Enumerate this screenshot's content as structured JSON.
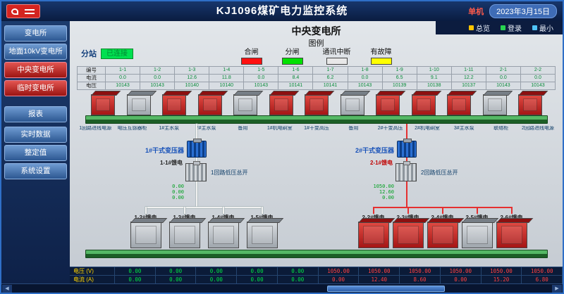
{
  "header": {
    "title": "KJ1096煤矿电力监控系统",
    "mode": "单机",
    "date": "2023年3月15日",
    "nav_buttons": [
      {
        "label": "总览",
        "icon_color": "#ffc400"
      },
      {
        "label": "登录",
        "icon_color": "#27d34f"
      },
      {
        "label": "最小",
        "icon_color": "#4fc3f7"
      }
    ]
  },
  "sidebar": {
    "group1": [
      {
        "label": "变电所",
        "cls": ""
      },
      {
        "label": "地面10kV变电所",
        "cls": ""
      },
      {
        "label": "中央变电所",
        "cls": "red"
      },
      {
        "label": "临时变电所",
        "cls": "red"
      }
    ],
    "group2": [
      {
        "label": "报表",
        "cls": ""
      }
    ],
    "group3": [
      {
        "label": "实时数据",
        "cls": ""
      },
      {
        "label": "整定值",
        "cls": ""
      },
      {
        "label": "系统设置",
        "cls": ""
      }
    ]
  },
  "main": {
    "title": "中央变电所",
    "station": {
      "label": "分站",
      "status": "已连接"
    },
    "legend": {
      "title": "图例",
      "items": [
        {
          "label": "合闸",
          "color": "#ff1010"
        },
        {
          "label": "分闸",
          "color": "#00e000"
        },
        {
          "label": "通讯中断",
          "color": "#e8e8e8"
        },
        {
          "label": "有故障",
          "color": "#ffff00"
        }
      ]
    },
    "hv_table": {
      "row_labels": [
        "编号",
        "电流",
        "电压"
      ],
      "columns": [
        {
          "id": "1-1",
          "current": "0.0",
          "voltage": "10143"
        },
        {
          "id": "1-2",
          "current": "0.0",
          "voltage": "10143"
        },
        {
          "id": "1-3",
          "current": "12.6",
          "voltage": "10140"
        },
        {
          "id": "1-4",
          "current": "11.8",
          "voltage": "10140"
        },
        {
          "id": "1-5",
          "current": "0.0",
          "voltage": "10143"
        },
        {
          "id": "1-6",
          "current": "8.4",
          "voltage": "10141"
        },
        {
          "id": "1-7",
          "current": "6.2",
          "voltage": "10141"
        },
        {
          "id": "1-8",
          "current": "0.0",
          "voltage": "10143"
        },
        {
          "id": "1-9",
          "current": "6.5",
          "voltage": "10139"
        },
        {
          "id": "1-10",
          "current": "9.1",
          "voltage": "10138"
        },
        {
          "id": "1-11",
          "current": "12.2",
          "voltage": "10137"
        },
        {
          "id": "2-1",
          "current": "0.0",
          "voltage": "10143"
        },
        {
          "id": "2-2",
          "current": "0.0",
          "voltage": "10143"
        }
      ]
    },
    "cabinets": [
      {
        "name": "1回路进线电源",
        "cls": "red"
      },
      {
        "name": "电压互感器柜",
        "cls": "gray"
      },
      {
        "name": "1#主水泵",
        "cls": "red"
      },
      {
        "name": "2#主水泵",
        "cls": "red"
      },
      {
        "name": "备用",
        "cls": "gray"
      },
      {
        "name": "1#机电硐室",
        "cls": "red"
      },
      {
        "name": "1#干变高压",
        "cls": "red"
      },
      {
        "name": "备用",
        "cls": "gray"
      },
      {
        "name": "2#干变高压",
        "cls": "red"
      },
      {
        "name": "2#机电硐室",
        "cls": "red"
      },
      {
        "name": "3#主水泵",
        "cls": "red"
      },
      {
        "name": "联络柜",
        "cls": "gray"
      },
      {
        "name": "2回路进线电源",
        "cls": "red"
      }
    ],
    "transformer_left": {
      "label": "1#干式变压器"
    },
    "transformer_right": {
      "label": "2#干式变压器"
    },
    "incomer_left": {
      "label": "1-1#馈电",
      "side_label": "1回路低压总开",
      "values": [
        "0.00",
        "0.00",
        "0.00"
      ]
    },
    "incomer_right": {
      "label": "2-1#馈电",
      "side_label": "2回路低压总开",
      "values": [
        "1050.00",
        "12.60",
        "0.00"
      ]
    },
    "feeders_left": [
      {
        "label": "1-2#馈电",
        "cls": "gray"
      },
      {
        "label": "1-3#馈电",
        "cls": "gray"
      },
      {
        "label": "1-4#馈电",
        "cls": "gray"
      },
      {
        "label": "1-5#馈电",
        "cls": "gray"
      }
    ],
    "feeders_right": [
      {
        "label": "2-2#馈电",
        "cls": "red"
      },
      {
        "label": "2-3#馈电",
        "cls": "red"
      },
      {
        "label": "2-4#馈电",
        "cls": "red"
      },
      {
        "label": "2-5#馈电",
        "cls": "gray"
      },
      {
        "label": "2-6#馈电",
        "cls": "red"
      }
    ],
    "bottom_table": {
      "voltage_label": "电压 (V)",
      "current_label": "电流 (A)",
      "voltage_cells": [
        {
          "v": "0.00",
          "cls": "ok"
        },
        {
          "v": "0.00",
          "cls": "ok"
        },
        {
          "v": "0.00",
          "cls": "ok"
        },
        {
          "v": "0.00",
          "cls": "ok"
        },
        {
          "v": "0.00",
          "cls": "ok"
        },
        {
          "v": "1050.00",
          "cls": "alarm"
        },
        {
          "v": "1050.00",
          "cls": "alarm"
        },
        {
          "v": "1050.00",
          "cls": "alarm"
        },
        {
          "v": "1050.00",
          "cls": "alarm"
        },
        {
          "v": "1050.00",
          "cls": "alarm"
        },
        {
          "v": "1050.00",
          "cls": "alarm"
        }
      ],
      "current_cells": [
        {
          "v": "0.00",
          "cls": "ok"
        },
        {
          "v": "0.00",
          "cls": "ok"
        },
        {
          "v": "0.00",
          "cls": "ok"
        },
        {
          "v": "0.00",
          "cls": "ok"
        },
        {
          "v": "0.00",
          "cls": "ok"
        },
        {
          "v": "0.00",
          "cls": "alarm"
        },
        {
          "v": "12.40",
          "cls": "alarm"
        },
        {
          "v": "8.60",
          "cls": "alarm"
        },
        {
          "v": "0.00",
          "cls": "alarm"
        },
        {
          "v": "15.20",
          "cls": "alarm"
        },
        {
          "v": "6.80",
          "cls": "alarm"
        }
      ]
    }
  }
}
